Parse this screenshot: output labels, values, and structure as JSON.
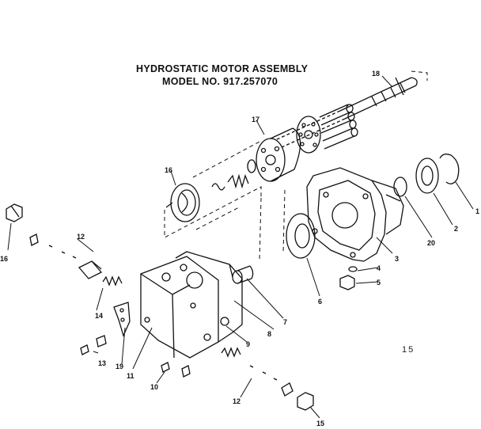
{
  "diagram": {
    "title_line1": "HYDROSTATIC MOTOR ASSEMBLY",
    "title_line2": "MODEL NO. 917.257070",
    "page_number": "15",
    "callouts": {
      "c1": "1",
      "c2": "2",
      "c3": "3",
      "c4": "4",
      "c5": "5",
      "c6": "6",
      "c7": "7",
      "c8": "8",
      "c9": "9",
      "c10": "10",
      "c11": "11",
      "c12a": "12",
      "c12b": "12",
      "c13": "13",
      "c14": "14",
      "c15": "15",
      "c16a": "16",
      "c16b": "16",
      "c17": "17",
      "c18": "18",
      "c19": "19",
      "c20": "20"
    }
  }
}
